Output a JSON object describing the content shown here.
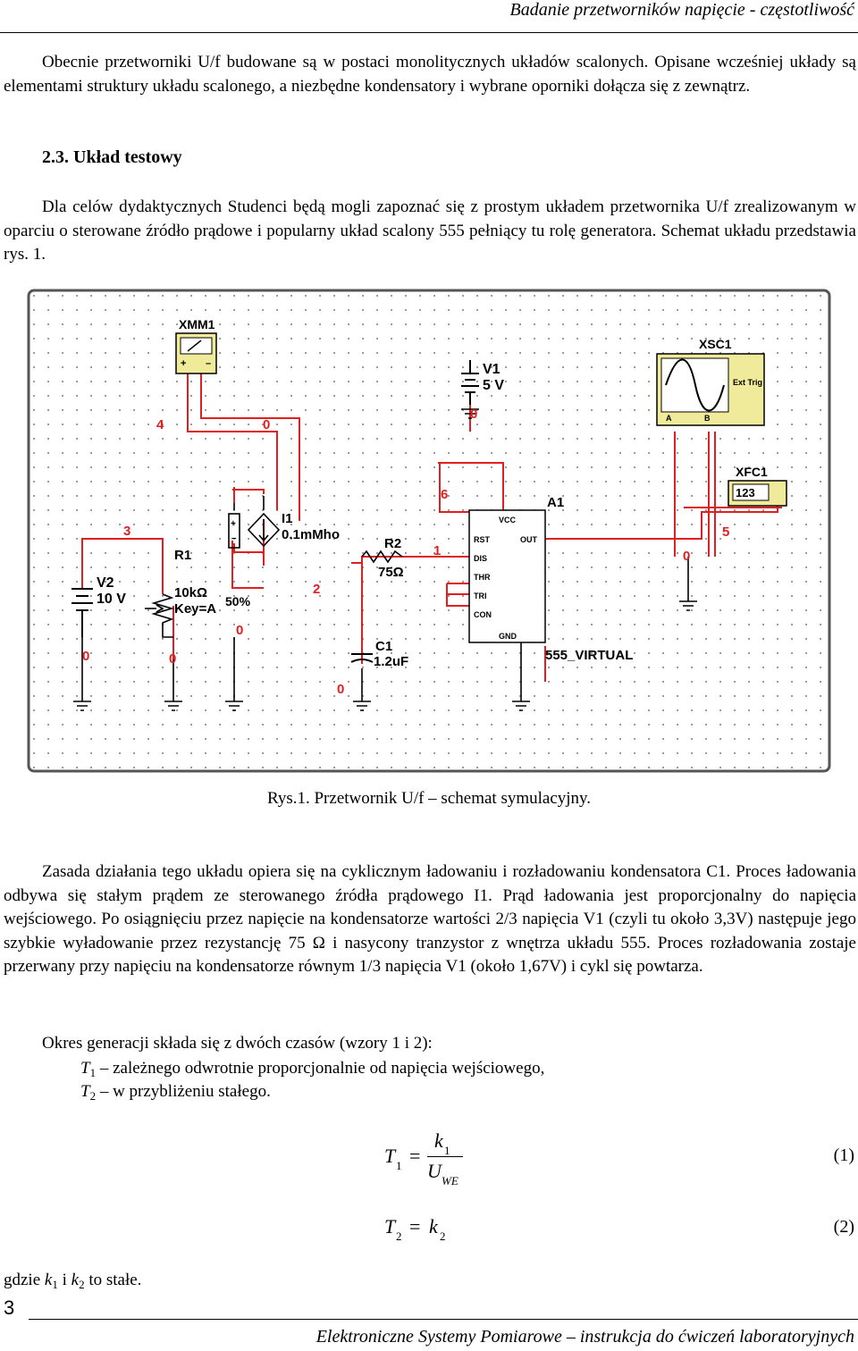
{
  "header": {
    "title": "Badanie przetworników napięcie - częstotliwość"
  },
  "para1": "Obecnie przetworniki U/f budowane są w postaci monolitycznych układów scalonych. Opisane wcześniej układy są elementami struktury układu scalonego, a niezbędne kondensatory i wybrane oporniki dołącza się z zewnątrz.",
  "section_title": "2.3. Układ testowy",
  "para2": "Dla celów dydaktycznych Studenci będą mogli zapoznać się z prostym układem przetwornika U/f zrealizowanym w oparciu o sterowane źródło prądowe i popularny układ scalony 555 pełniący tu rolę generatora. Schemat układu przedstawia rys. 1.",
  "schematic": {
    "xmm": "XMM1",
    "xsc": "XSC1",
    "ext_trig": "Ext Trig",
    "ch_a": "A",
    "ch_b": "B",
    "xfc": "XFC1",
    "xfc_value": "123",
    "v1_name": "V1",
    "v1_value": "5 V",
    "v2_name": "V2",
    "v2_value": "10 V",
    "r1_name": "R1",
    "r1_value": "10kΩ",
    "r1_key": "Key=A",
    "r1_percent": "50%",
    "i1_name": "I1",
    "i1_value": "0.1mMho",
    "r2_name": "R2",
    "r2_value": "75Ω",
    "c1_name": "C1",
    "c1_value": "1.2uF",
    "a1_name": "A1",
    "ic_name": "555_VIRTUAL",
    "pins": {
      "vcc": "VCC",
      "rst": "RST",
      "out": "OUT",
      "dis": "DIS",
      "thr": "THR",
      "tri": "TRI",
      "con": "CON",
      "gnd": "GND"
    },
    "nodes": {
      "n4": "4",
      "n0a": "0",
      "n0b": "0",
      "n6": "6",
      "n3": "3",
      "n1": "1",
      "n2": "2",
      "n5": "5",
      "n0c": "0",
      "n0d": "0",
      "n0e": "0",
      "n0f": "0",
      "n0g": "0"
    }
  },
  "figure_caption": "Rys.1. Przetwornik U/f – schemat symulacyjny.",
  "para3": "Zasada działania tego układu opiera się na cyklicznym ładowaniu i rozładowaniu kondensatora C1. Proces ładowania odbywa się stałym prądem ze sterowanego źródła prądowego I1. Prąd ładowania jest proporcjonalny do napięcia wejściowego. Po osiągnięciu przez napięcie na kondensatorze wartości 2/3 napięcia V1 (czyli tu około 3,3V) następuje jego szybkie wyładowanie przez rezystancję 75 Ω i nasycony tranzystor z wnętrza układu 555. Proces rozładowania zostaje przerwany przy napięciu na kondensatorze równym 1/3 napięcia V1 (około 1,67V) i cykl się powtarza.",
  "para4": "Okres generacji składa się z dwóch czasów (wzory 1 i 2):",
  "t1": {
    "sym": "T",
    "sub": "1",
    "text": " – zależnego odwrotnie proporcjonalnie od napięcia wejściowego,"
  },
  "t2": {
    "sym": "T",
    "sub": "2",
    "text": " – w przybliżeniu stałego."
  },
  "eq1": {
    "lhs": "T",
    "lhs_sub": "1",
    "op": "=",
    "num": "k",
    "num_sub": "1",
    "den": "U",
    "den_sub": "WE",
    "number": "(1)"
  },
  "eq2": {
    "lhs": "T",
    "lhs_sub": "2",
    "op": "=",
    "rhs": "k",
    "rhs_sub": "2",
    "number": "(2)"
  },
  "closing": {
    "a": "gdzie ",
    "k": "k",
    "s1": "1",
    "mid": " i ",
    "s2": "2",
    "end": " to stałe."
  },
  "page_number": "3",
  "footer": "Elektroniczne Systemy Pomiarowe – instrukcja do ćwiczeń laboratoryjnych"
}
